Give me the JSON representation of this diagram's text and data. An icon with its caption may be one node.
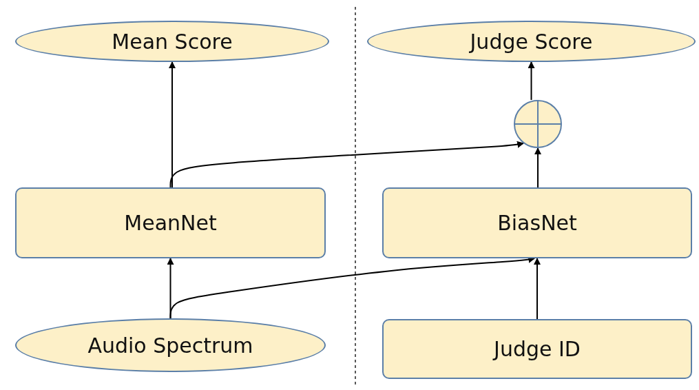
{
  "diagram": {
    "nodes": [
      {
        "text": [
          "Mean Score"
        ]
      },
      {
        "text": [
          "Judge Score"
        ]
      },
      {
        "text": [],
        "shape": "circle"
      },
      {
        "text": [
          "MeanNet"
        ]
      },
      {
        "text": [
          "BiasNet"
        ]
      },
      {
        "text": [
          "Audio Spectrum"
        ]
      },
      {
        "text": [
          "Judge ID"
        ]
      }
    ],
    "edges": [
      {
        "from": 3,
        "to": 0,
        "arrow": "to"
      },
      {
        "from": 3,
        "to": 2,
        "arrow": "to"
      },
      {
        "from": 4,
        "to": 2,
        "arrow": "to"
      },
      {
        "from": 2,
        "to": 1,
        "arrow": "to"
      },
      {
        "from": 5,
        "to": 3,
        "arrow": "to"
      },
      {
        "from": 5,
        "to": 4,
        "arrow": "to"
      },
      {
        "from": 6,
        "to": 4,
        "arrow": "to"
      }
    ]
  }
}
